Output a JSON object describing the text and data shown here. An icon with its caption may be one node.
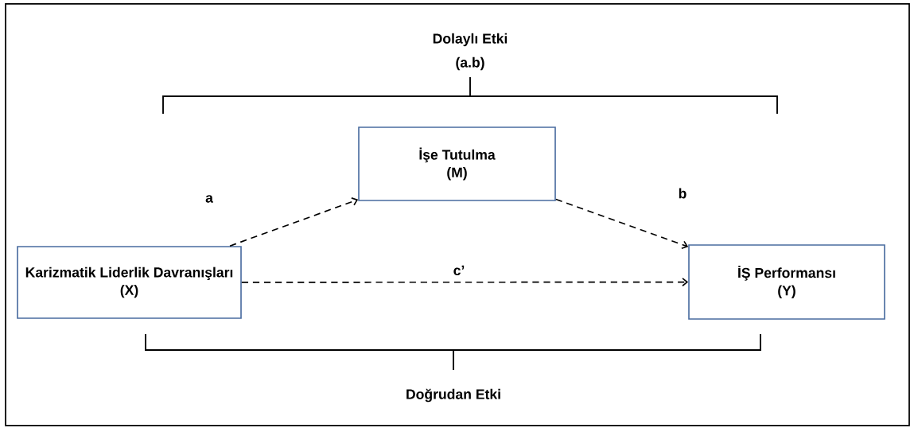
{
  "diagram": {
    "nodes": [
      {
        "text": [
          "Karizmatik Liderlik Davranışları",
          "(X)"
        ]
      },
      {
        "text": [
          "İşe Tutulma",
          "(M)"
        ]
      },
      {
        "text": [
          "İŞ Performansı",
          "(Y)"
        ]
      }
    ],
    "edges": [
      {
        "from": 0,
        "to": 1,
        "arrow": "to",
        "label": "a",
        "style": "dashed"
      },
      {
        "from": 1,
        "to": 2,
        "arrow": "to",
        "label": "b",
        "style": "dashed"
      },
      {
        "from": 0,
        "to": 2,
        "arrow": "to",
        "label": "c’",
        "style": "dashed"
      }
    ],
    "labels": [
      "Dolaylı Etki",
      "(a.b)",
      "Doğrudan Etki"
    ]
  }
}
